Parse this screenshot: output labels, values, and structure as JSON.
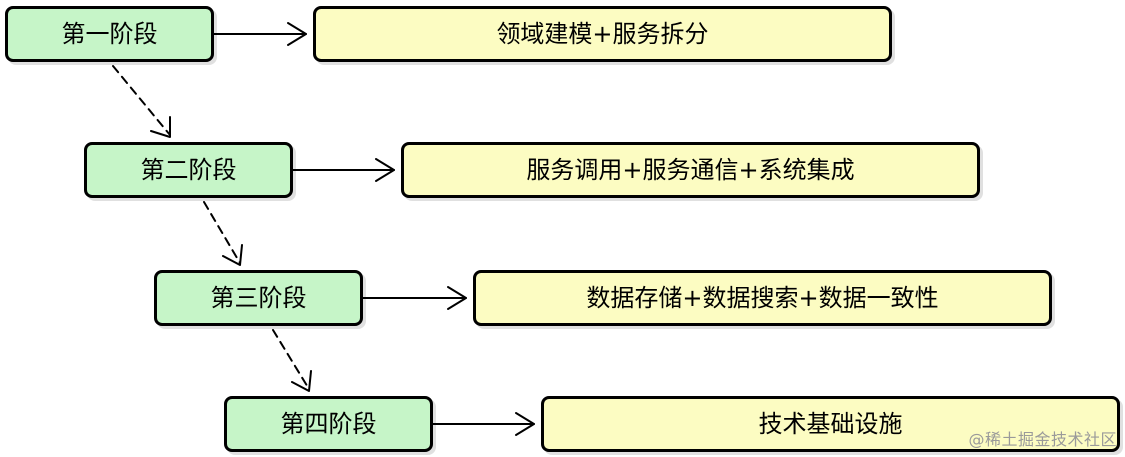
{
  "stages": [
    {
      "label": "第一阶段",
      "content": "领域建模+服务拆分"
    },
    {
      "label": "第二阶段",
      "content": "服务调用+服务通信+系统集成"
    },
    {
      "label": "第三阶段",
      "content": "数据存储+数据搜索+数据一致性"
    },
    {
      "label": "第四阶段",
      "content": "技术基础设施"
    }
  ],
  "watermark": "@稀土掘金技术社区",
  "colors": {
    "stage_fill": "#c6f5c8",
    "content_fill": "#fcfcc2",
    "stroke": "#000000",
    "watermark": "#9a9a9a"
  }
}
